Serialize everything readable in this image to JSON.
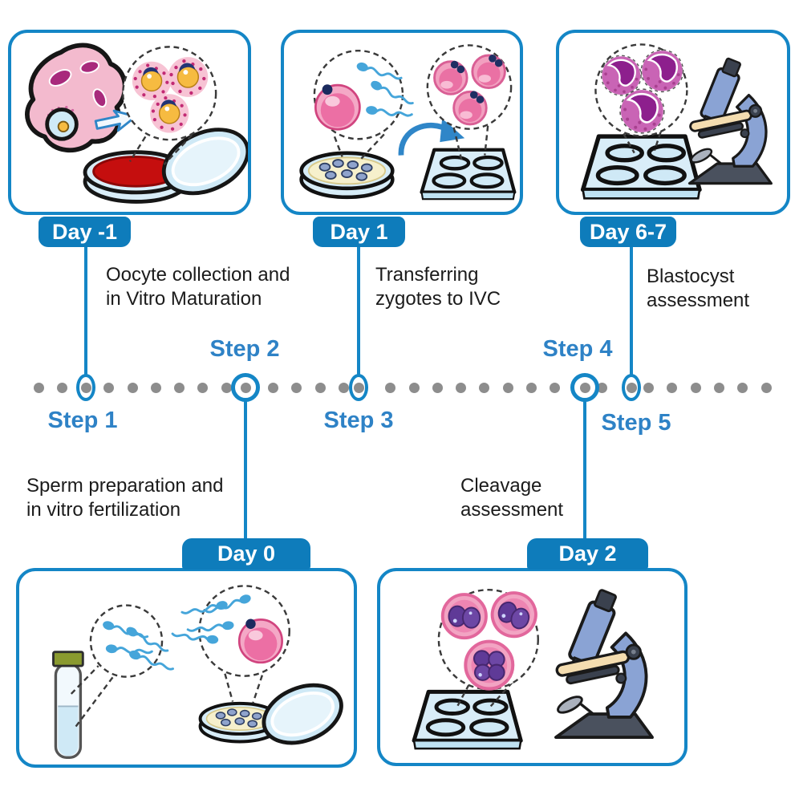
{
  "colors": {
    "accent_blue": "#1486c6",
    "tab_blue": "#0e7cbb",
    "step_blue": "#2e82c6",
    "dot_gray": "#8d8d8d",
    "text_dark": "#1b1b1b",
    "petri_medium_red": "#c50e0e",
    "oocyte_pink": "#ee7fae",
    "blastocyst_purple": "#8d1f8d",
    "sperm_blue": "#45a5da"
  },
  "timeline": {
    "dot_count": 32
  },
  "stations": [
    {
      "step_label": "Step 1",
      "day_label": "Day -1",
      "description": "Oocyte collection and\nin Vitro Maturation",
      "panel_position": "top",
      "step_position": "below-timeline",
      "illustrations": [
        "ovary-icon",
        "arrow-right-icon",
        "cumulus-oocytes-magnifier-icon",
        "petri-dish-red-icon",
        "dish-lid-icon"
      ]
    },
    {
      "step_label": "Step 2",
      "day_label": "Day 0",
      "description": "Sperm preparation and\nin vitro fertilization",
      "panel_position": "bottom",
      "step_position": "above-timeline",
      "illustrations": [
        "test-tube-icon",
        "sperm-magnifier-icon",
        "fertilization-magnifier-icon",
        "oocyte-dish-icon",
        "dish-lid-icon"
      ]
    },
    {
      "step_label": "Step 3",
      "day_label": "Day 1",
      "description": "Transferring\nzygotes to IVC",
      "panel_position": "top",
      "step_position": "below-timeline",
      "illustrations": [
        "fertilization-magnifier-icon",
        "oocyte-dish-icon",
        "curved-arrow-icon",
        "four-well-plate-icon",
        "zygotes-magnifier-icon"
      ]
    },
    {
      "step_label": "Step 4",
      "day_label": "Day 2",
      "description": "Cleavage\nassessment",
      "panel_position": "bottom",
      "step_position": "above-timeline",
      "illustrations": [
        "cleavage-embryos-magnifier-icon",
        "four-well-plate-icon",
        "microscope-icon"
      ]
    },
    {
      "step_label": "Step 5",
      "day_label": "Day 6-7",
      "description": "Blastocyst\nassessment",
      "panel_position": "top",
      "step_position": "below-timeline",
      "illustrations": [
        "blastocysts-magnifier-icon",
        "four-well-plate-icon",
        "microscope-icon"
      ]
    }
  ]
}
